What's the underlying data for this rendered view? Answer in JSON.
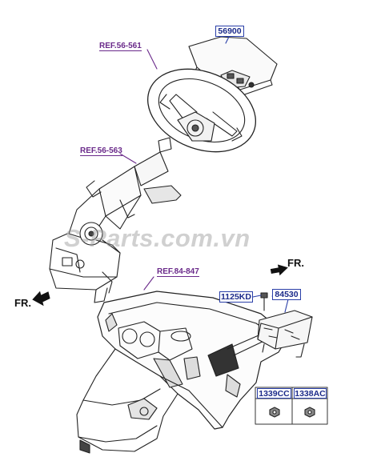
{
  "parts": {
    "airbag_module": "56900",
    "passenger_airbag": "84530",
    "bolt": "1125KD",
    "nut_a": "1339CC",
    "nut_b": "1338AC"
  },
  "refs": {
    "steering_wheel": "REF.56-561",
    "steering_column": "REF.56-563",
    "crash_pad": "REF.84-847"
  },
  "direction": {
    "front_left": "FR.",
    "front_right": "FR."
  },
  "watermark": "S-Parts.com.vn",
  "colors": {
    "box_border": "#2a3fa8",
    "box_text": "#1b2a8a",
    "ref_text": "#6a2a8a"
  }
}
